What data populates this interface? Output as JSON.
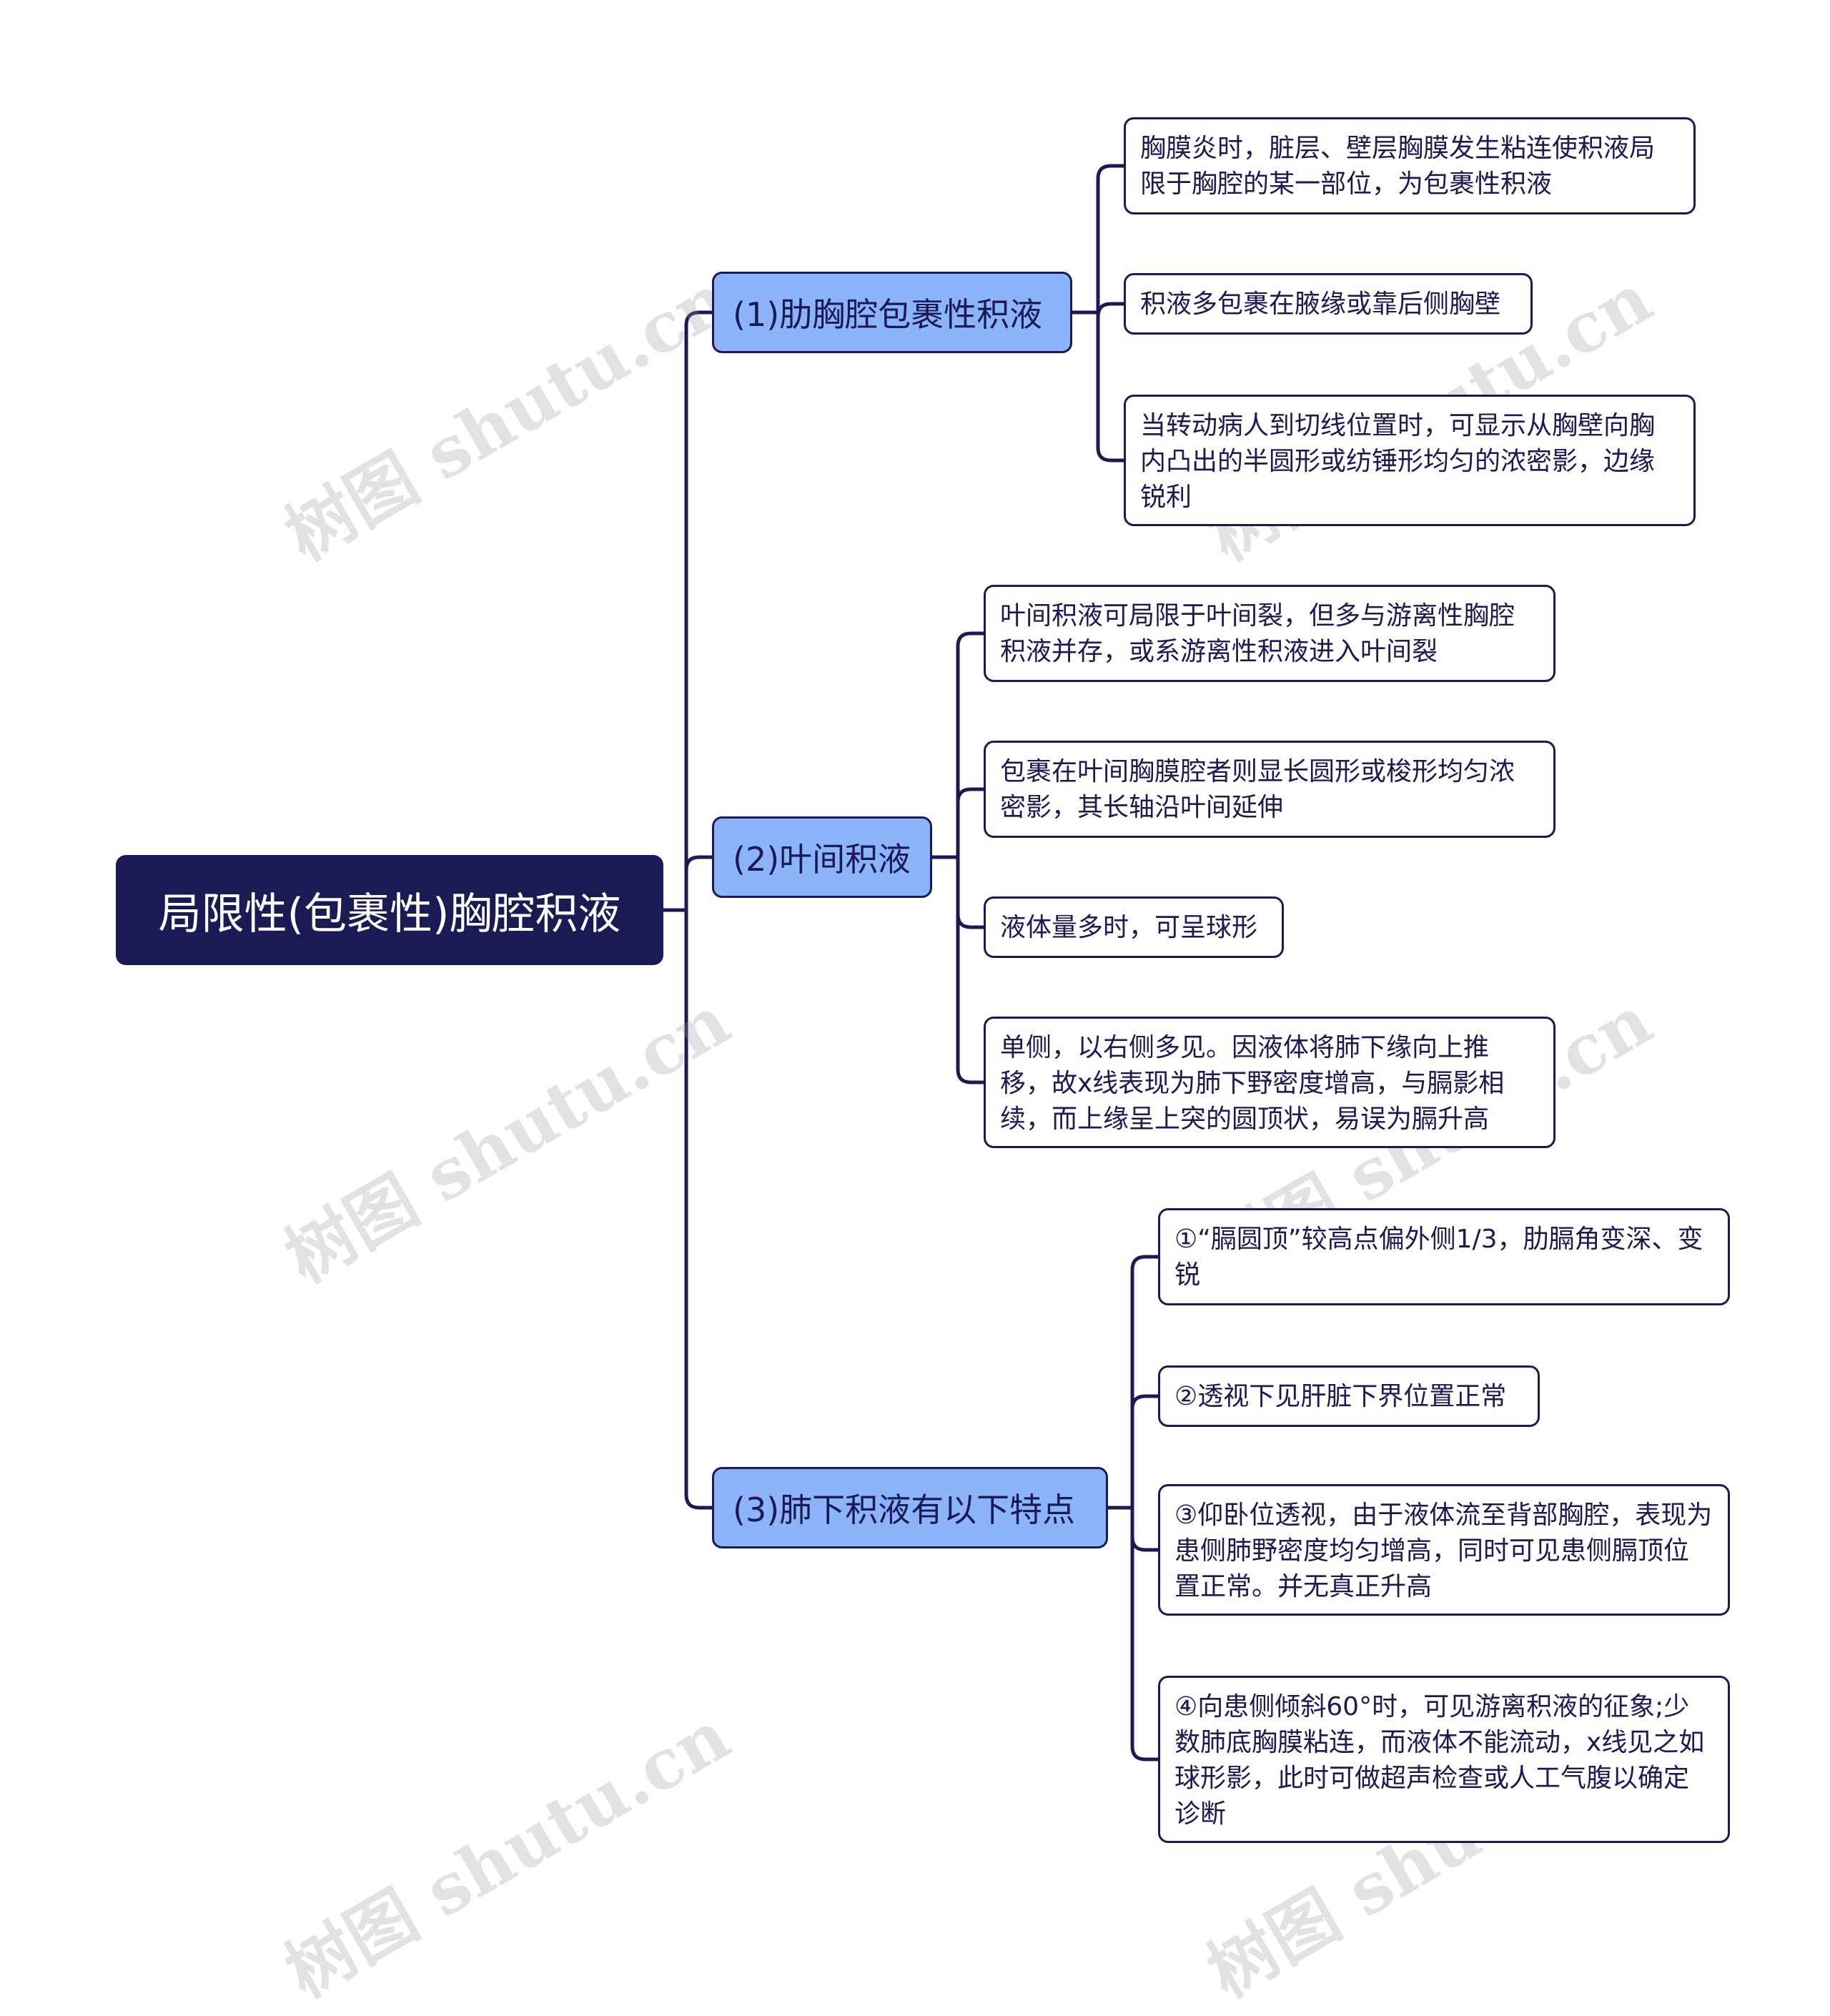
{
  "colors": {
    "root_bg": "#1b1a55",
    "branch_bg": "#8cb4fb",
    "line": "#1b1a55",
    "leaf_bg": "#ffffff"
  },
  "root": {
    "label": "局限性(包裹性)胸腔积液"
  },
  "branches": [
    {
      "label": "(1)肋胸腔包裹性积液",
      "children": [
        "胸膜炎时，脏层、壁层胸膜发生粘连使积液局限于胸腔的某一部位，为包裹性积液",
        "积液多包裹在腋缘或靠后侧胸壁",
        "当转动病人到切线位置时，可显示从胸壁向胸内凸出的半圆形或纺锤形均匀的浓密影，边缘锐利"
      ]
    },
    {
      "label": "(2)叶间积液",
      "children": [
        "叶间积液可局限于叶间裂，但多与游离性胸腔积液并存，或系游离性积液进入叶间裂",
        "包裹在叶间胸膜腔者则显长圆形或梭形均匀浓密影，其长轴沿叶间延伸",
        "液体量多时，可呈球形",
        "单侧，以右侧多见。因液体将肺下缘向上推移，故x线表现为肺下野密度增高，与膈影相续，而上缘呈上突的圆顶状，易误为膈升高"
      ]
    },
    {
      "label": "(3)肺下积液有以下特点",
      "children": [
        "①“膈圆顶”较高点偏外侧1/3，肋膈角变深、变锐",
        "②透视下见肝脏下界位置正常",
        "③仰卧位透视，由于液体流至背部胸腔，表现为患侧肺野密度均匀增高，同时可见患侧膈顶位置正常。并无真正升高",
        "④向患侧倾斜60°时，可见游离积液的征象;少数肺底胸膜粘连，而液体不能流动，x线见之如球形影，此时可做超声检查或人工气腹以确定诊断"
      ]
    }
  ],
  "watermark": "树图 shutu.cn"
}
